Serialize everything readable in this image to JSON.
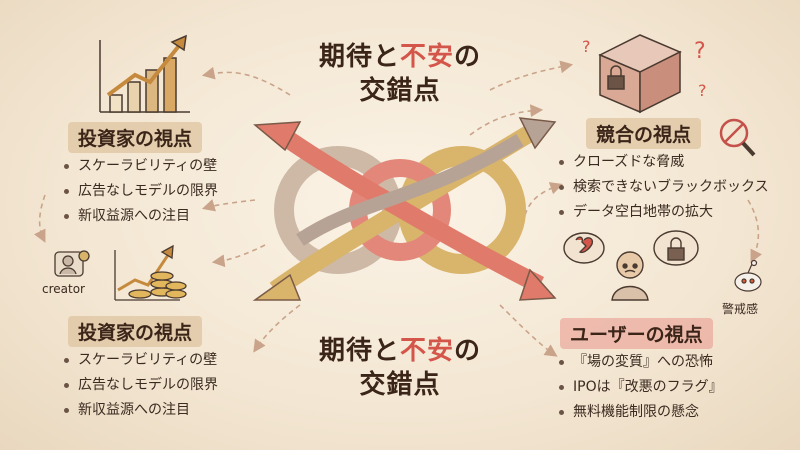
{
  "title_top": {
    "part1": "期待と",
    "accent": "不安",
    "part2": "の",
    "line2": "交錯点"
  },
  "title_bottom": {
    "part1": "期待と",
    "accent": "不安",
    "part2": "の",
    "line2": "交錯点"
  },
  "investor_top": {
    "heading": "投資家の視点",
    "points": [
      "スケーラビリティの壁",
      "広告なしモデルの限界",
      "新収益源への注目"
    ]
  },
  "investor_bottom": {
    "heading": "投資家の視点",
    "points": [
      "スケーラビリティの壁",
      "広告なしモデルの限界",
      "新収益源への注目"
    ]
  },
  "competition": {
    "heading": "競合の視点",
    "points": [
      "クローズドな脅威",
      "検索できないブラックボックス",
      "データ空白地帯の拡大"
    ]
  },
  "user": {
    "heading": "ユーザーの視点",
    "points": [
      "『場の変質』への恐怖",
      "IPOは『改悪のフラグ』",
      "無料機能制限の懸念"
    ]
  },
  "labels": {
    "creator": "creator",
    "vigilance": "警戒感"
  },
  "colors": {
    "accent": "#d4554a",
    "arrow_red": "#e07a6a",
    "arrow_gold": "#d8b46a",
    "arrow_gray": "#b7a395"
  }
}
